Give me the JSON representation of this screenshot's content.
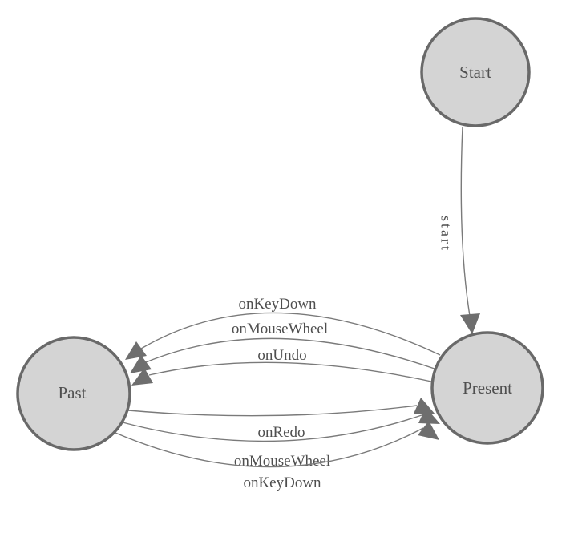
{
  "diagram": {
    "type": "finite-state-machine",
    "nodes": [
      {
        "id": "start",
        "label": "Start"
      },
      {
        "id": "present",
        "label": "Present"
      },
      {
        "id": "past",
        "label": "Past"
      }
    ],
    "edges": [
      {
        "from": "Start",
        "to": "Present",
        "label": "start"
      },
      {
        "from": "Present",
        "to": "Past",
        "label": "onKeyDown"
      },
      {
        "from": "Present",
        "to": "Past",
        "label": "onMouseWheel"
      },
      {
        "from": "Present",
        "to": "Past",
        "label": "onUndo"
      },
      {
        "from": "Past",
        "to": "Present",
        "label": "onRedo"
      },
      {
        "from": "Past",
        "to": "Present",
        "label": "onMouseWheel"
      },
      {
        "from": "Past",
        "to": "Present",
        "label": "onKeyDown"
      }
    ],
    "colors": {
      "background": "#ffffff",
      "node_fill": "#d4d4d4",
      "node_stroke": "#696969",
      "edge_line": "#7a7a7a",
      "arrow_fill": "#6e6e6e",
      "text": "#4f4f4f"
    }
  }
}
